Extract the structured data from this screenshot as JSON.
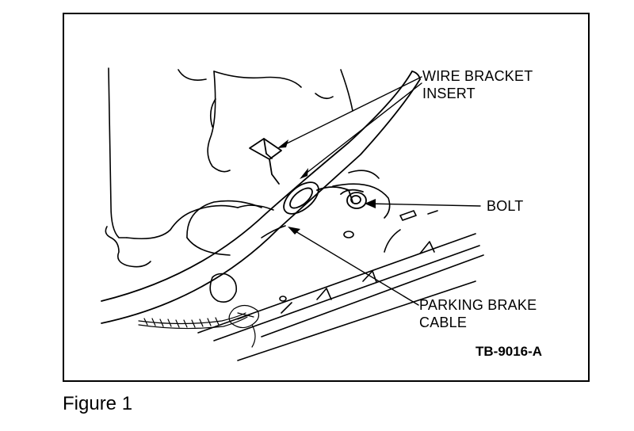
{
  "diagram": {
    "labels": {
      "wire_bracket_line1": "WIRE BRACKET",
      "wire_bracket_line2": "INSERT",
      "bolt": "BOLT",
      "parking_brake_line1": "PARKING BRAKE",
      "parking_brake_line2": "CABLE"
    },
    "code": "TB-9016-A"
  },
  "caption": "Figure 1",
  "colors": {
    "ink": "#000000",
    "paper": "#ffffff"
  }
}
